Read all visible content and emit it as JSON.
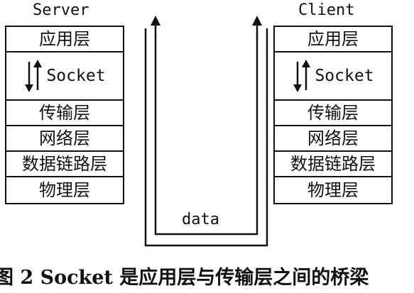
{
  "server": {
    "title": "Server",
    "layers": {
      "application": "应用层",
      "socket": "Socket",
      "transport": "传输层",
      "network": "网络层",
      "datalink": "数据链路层",
      "physical": "物理层"
    }
  },
  "client": {
    "title": "Client",
    "layers": {
      "application": "应用层",
      "socket": "Socket",
      "transport": "传输层",
      "network": "网络层",
      "datalink": "数据链路层",
      "physical": "物理层"
    }
  },
  "channel": {
    "label": "data"
  },
  "caption": {
    "prefix": "图 2",
    "text": "Socket 是应用层与传输层之间的桥梁"
  },
  "colors": {
    "stroke": "#111111",
    "background": "#ffffff"
  },
  "icons": {
    "socket_arrows": "up-down-arrows-icon",
    "channel_arrow": "up-arrow-icon"
  }
}
